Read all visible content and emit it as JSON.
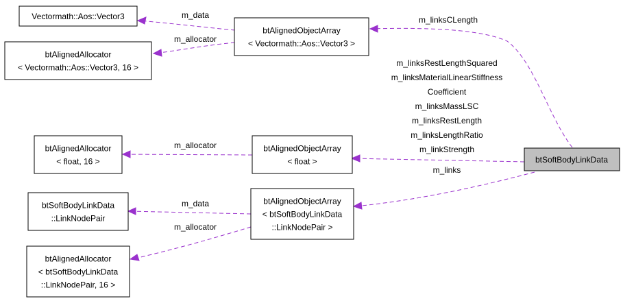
{
  "nodes": {
    "n_vec3": {
      "lines": [
        "Vectormath::Aos::Vector3"
      ]
    },
    "n_alloc_vec3": {
      "lines": [
        "btAlignedAllocator",
        "< Vectormath::Aos::Vector3, 16 >"
      ]
    },
    "n_arr_vec3": {
      "lines": [
        "btAlignedObjectArray",
        "< Vectormath::Aos::Vector3 >"
      ]
    },
    "n_alloc_float": {
      "lines": [
        "btAlignedAllocator",
        "< float, 16 >"
      ]
    },
    "n_arr_float": {
      "lines": [
        "btAlignedObjectArray",
        "< float >"
      ]
    },
    "n_lnp": {
      "lines": [
        "btSoftBodyLinkData",
        "::LinkNodePair"
      ]
    },
    "n_alloc_lnp": {
      "lines": [
        "btAlignedAllocator",
        "< btSoftBodyLinkData",
        "::LinkNodePair, 16 >"
      ]
    },
    "n_arr_lnp": {
      "lines": [
        "btAlignedObjectArray",
        "< btSoftBodyLinkData",
        "::LinkNodePair >"
      ]
    },
    "n_main": {
      "lines": [
        "btSoftBodyLinkData"
      ]
    }
  },
  "edges": {
    "e_vec3_data": {
      "labels": [
        "m_data"
      ]
    },
    "e_vec3_alloc": {
      "labels": [
        "m_allocator"
      ]
    },
    "e_main_vec3": {
      "labels": [
        "m_linksCLength"
      ]
    },
    "e_float_alloc": {
      "labels": [
        "m_allocator"
      ]
    },
    "e_main_float": {
      "labels": [
        "m_linksRestLengthSquared",
        "m_linksMaterialLinearStiffness",
        "Coefficient",
        "m_linksMassLSC",
        "m_linksRestLength",
        "m_linksLengthRatio",
        "m_linkStrength"
      ]
    },
    "e_lnp_data": {
      "labels": [
        "m_data"
      ]
    },
    "e_lnp_alloc": {
      "labels": [
        "m_allocator"
      ]
    },
    "e_main_lnp": {
      "labels": [
        "m_links"
      ]
    }
  },
  "colors": {
    "edge": "#9a32cd",
    "highlight_fill": "#bfbfbf"
  }
}
